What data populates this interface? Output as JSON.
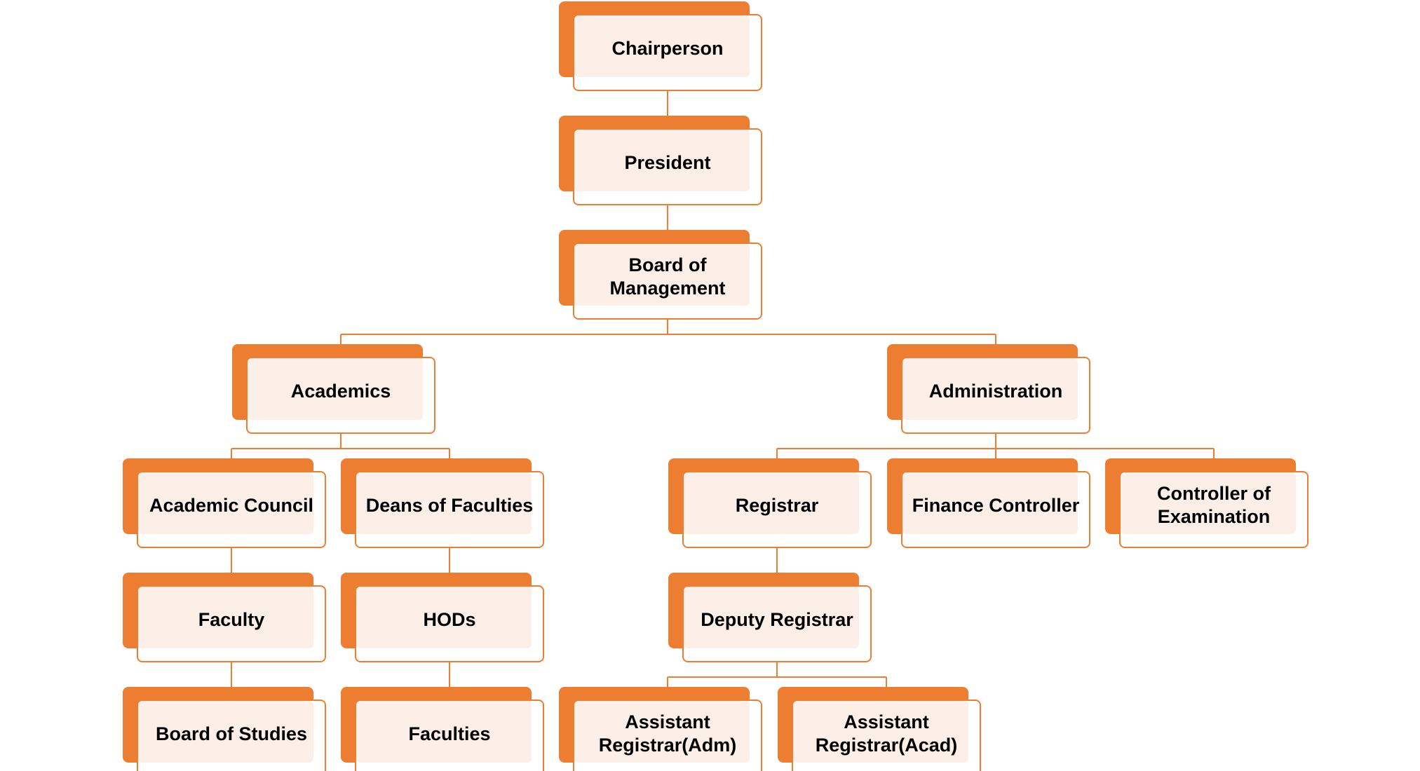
{
  "colors": {
    "accent": "#ed7d31",
    "card_fill": "#fcefe8",
    "text": "#000000"
  },
  "org_chart": {
    "nodes": {
      "chairperson": "Chairperson",
      "president": "President",
      "board_of_management": "Board of\nManagement",
      "academics": "Academics",
      "administration": "Administration",
      "academic_council": "Academic Council",
      "deans_of_faculties": "Deans of Faculties",
      "registrar": "Registrar",
      "finance_controller": "Finance Controller",
      "controller_of_examination": "Controller of\nExamination",
      "faculty": "Faculty",
      "hods": "HODs",
      "deputy_registrar": "Deputy Registrar",
      "board_of_studies": "Board of Studies",
      "faculties": "Faculties",
      "assistant_registrar_adm": "Assistant\nRegistrar(Adm)",
      "assistant_registrar_acad": "Assistant\nRegistrar(Acad)"
    },
    "edges": [
      [
        "chairperson",
        "president"
      ],
      [
        "president",
        "board_of_management"
      ],
      [
        "board_of_management",
        "academics"
      ],
      [
        "board_of_management",
        "administration"
      ],
      [
        "academics",
        "academic_council"
      ],
      [
        "academics",
        "deans_of_faculties"
      ],
      [
        "administration",
        "registrar"
      ],
      [
        "administration",
        "finance_controller"
      ],
      [
        "administration",
        "controller_of_examination"
      ],
      [
        "academic_council",
        "faculty"
      ],
      [
        "deans_of_faculties",
        "hods"
      ],
      [
        "registrar",
        "deputy_registrar"
      ],
      [
        "faculty",
        "board_of_studies"
      ],
      [
        "hods",
        "faculties"
      ],
      [
        "deputy_registrar",
        "assistant_registrar_adm"
      ],
      [
        "deputy_registrar",
        "assistant_registrar_acad"
      ]
    ]
  }
}
